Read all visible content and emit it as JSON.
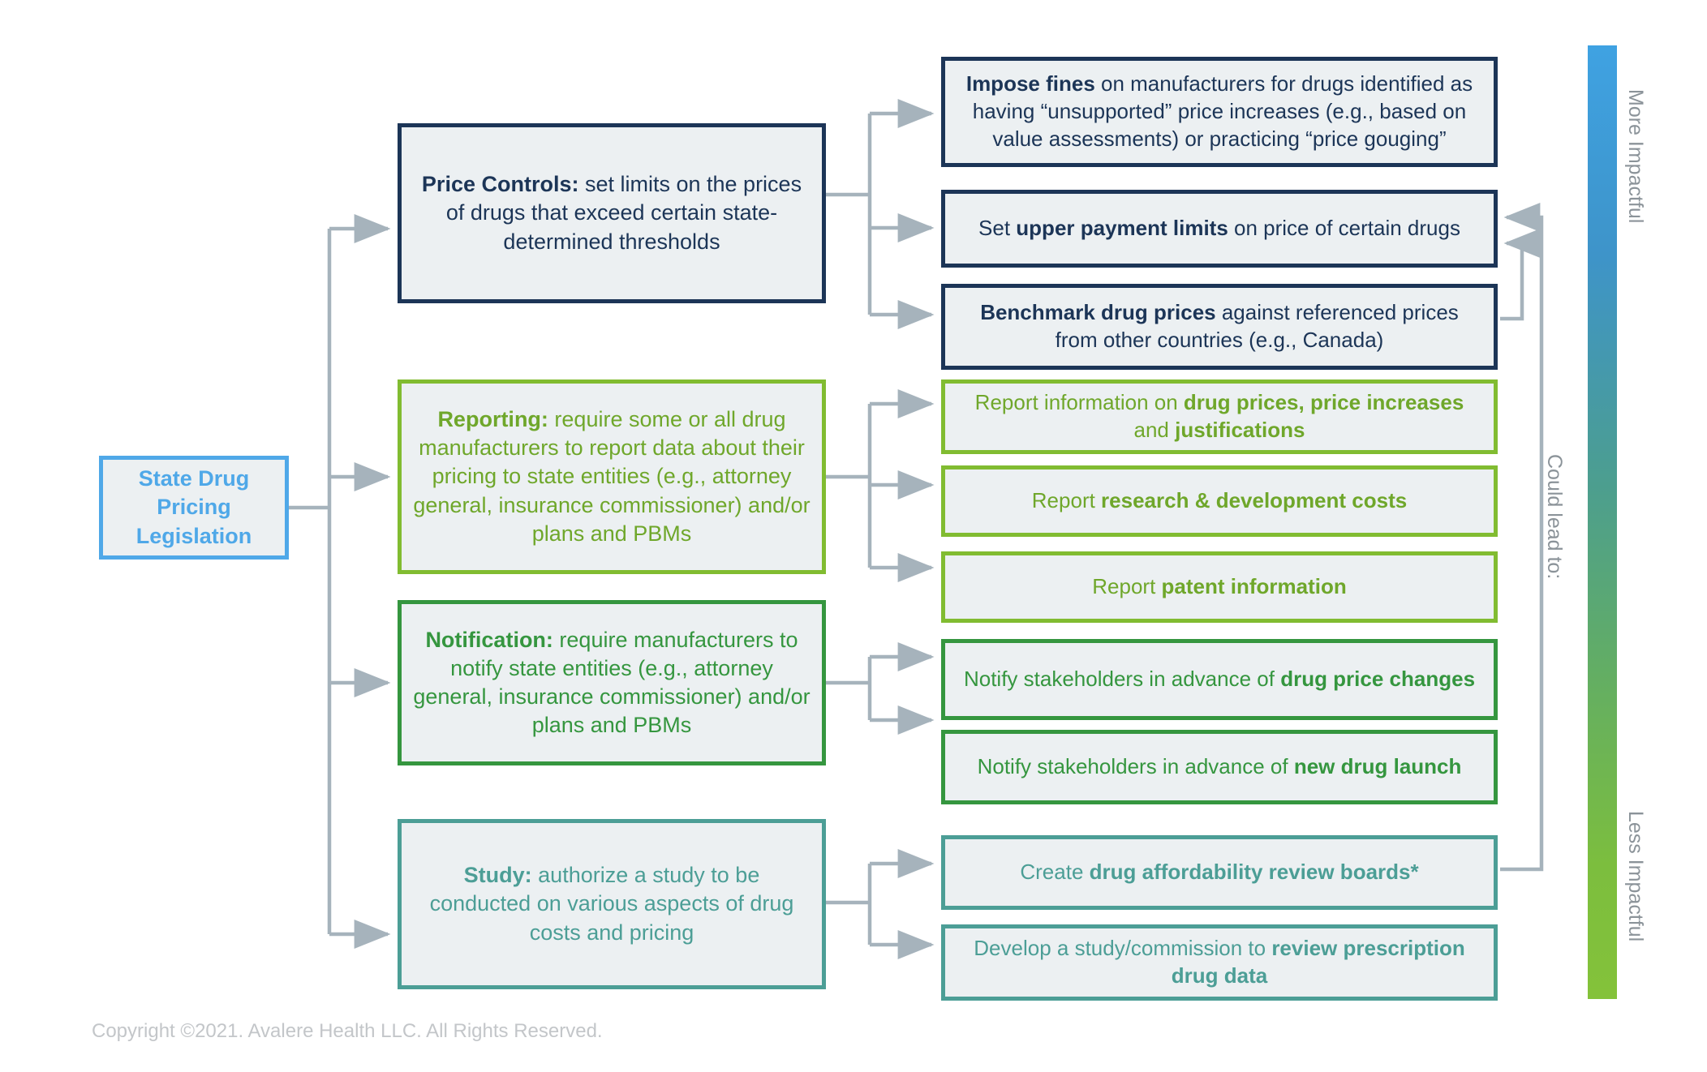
{
  "diagram": {
    "title": "State Drug Pricing Legislation policy pathways",
    "root": {
      "label": "State Drug Pricing Legislation",
      "color": "#4FA8E8"
    },
    "categories": [
      {
        "id": "price-controls",
        "lead": "Price Controls:",
        "rest": " set limits on the prices of drugs that exceed certain state-determined thresholds",
        "color": "#1C3557"
      },
      {
        "id": "reporting",
        "lead": "Reporting:",
        "rest": " require some or all drug manufacturers to report data about their pricing to state entities (e.g., attorney general, insurance commissioner) and/or plans and PBMs",
        "color": "#81BC31"
      },
      {
        "id": "notification",
        "lead": "Notification:",
        "rest": " require manufacturers to notify state entities (e.g., attorney general, insurance commissioner) and/or plans and PBMs",
        "color": "#35963F"
      },
      {
        "id": "study",
        "lead": "Study:",
        "rest": " authorize a study to be conducted on various aspects of drug costs and pricing",
        "color": "#4C9E96"
      }
    ],
    "outcomes": [
      {
        "id": "impose-fines",
        "group": "price-controls",
        "html": "<b>Impose fines</b> on manufacturers for drugs identified as having “unsupported” price increases (e.g., based on value assessments) or practicing “price gouging”"
      },
      {
        "id": "upper-payment-limits",
        "group": "price-controls",
        "html": "Set <b>upper payment limits</b> on price of certain drugs"
      },
      {
        "id": "benchmark-prices",
        "group": "price-controls",
        "html": "<b>Benchmark drug prices</b> against referenced prices from other countries (e.g., Canada)"
      },
      {
        "id": "report-prices",
        "group": "reporting",
        "html": "Report information on <b>drug prices, price increases</b> and <b>justifications</b>"
      },
      {
        "id": "report-rnd",
        "group": "reporting",
        "html": "Report <b>research &amp; development costs</b>"
      },
      {
        "id": "report-patent",
        "group": "reporting",
        "html": "Report <b>patent information</b>"
      },
      {
        "id": "notify-price-changes",
        "group": "notification",
        "html": "Notify stakeholders in advance of <b>drug price changes</b>"
      },
      {
        "id": "notify-new-launch",
        "group": "notification",
        "html": "Notify stakeholders in advance of <b>new drug launch</b>"
      },
      {
        "id": "review-boards",
        "group": "study",
        "html": "Create <b>drug affordability review boards*</b>"
      },
      {
        "id": "study-commission",
        "group": "study",
        "html": "Develop a study/commission to <b>review prescription drug data</b>"
      }
    ],
    "legend": {
      "more_impactful": "More Impactful",
      "less_impactful": "Less Impactful",
      "could_lead_to": "Could lead to:",
      "gradient_top_color": "#3FA2E2",
      "gradient_bottom_color": "#84C23A"
    },
    "footer": {
      "copyright": "Copyright ©2021. Avalere Health LLC. All Rights Reserved."
    },
    "colors": {
      "connector": "#A6B3BC",
      "box_fill": "#ECF0F2",
      "navy": "#1C3557",
      "light_green": "#81BC31",
      "dark_green": "#35963F",
      "teal": "#4C9E96",
      "root_blue": "#4FA8E8",
      "footer_gray": "#C3C6C9",
      "label_gray": "#8B9399"
    }
  }
}
